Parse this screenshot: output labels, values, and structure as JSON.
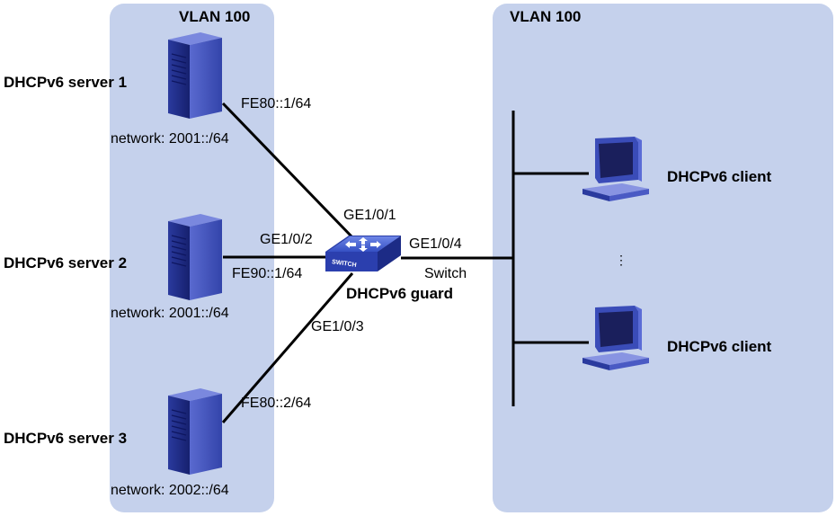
{
  "vlans": {
    "left_label": "VLAN 100",
    "right_label": "VLAN 100"
  },
  "servers": [
    {
      "name": "DHCPv6 server 1",
      "address": "FE80::1/64",
      "network": "network: 2001::/64",
      "port": "GE1/0/1"
    },
    {
      "name": "DHCPv6 server 2",
      "address": "FE90::1/64",
      "network": "network: 2001::/64",
      "port": "GE1/0/2"
    },
    {
      "name": "DHCPv6 server 3",
      "address": "FE80::2/64",
      "network": "network: 2002::/64",
      "port": "GE1/0/3"
    }
  ],
  "switch": {
    "label": "Switch",
    "role": "DHCPv6 guard",
    "uplink_port": "GE1/0/4",
    "icon_text": "SWITCH"
  },
  "clients": [
    {
      "name": "DHCPv6 client"
    },
    {
      "name": "DHCPv6 client"
    }
  ],
  "ellipsis": "⋮",
  "colors": {
    "vlan_fill": "#c5d1ec",
    "server_dark": "#1e2a86",
    "switch_blue": "#3c55c8",
    "link": "#000000"
  }
}
